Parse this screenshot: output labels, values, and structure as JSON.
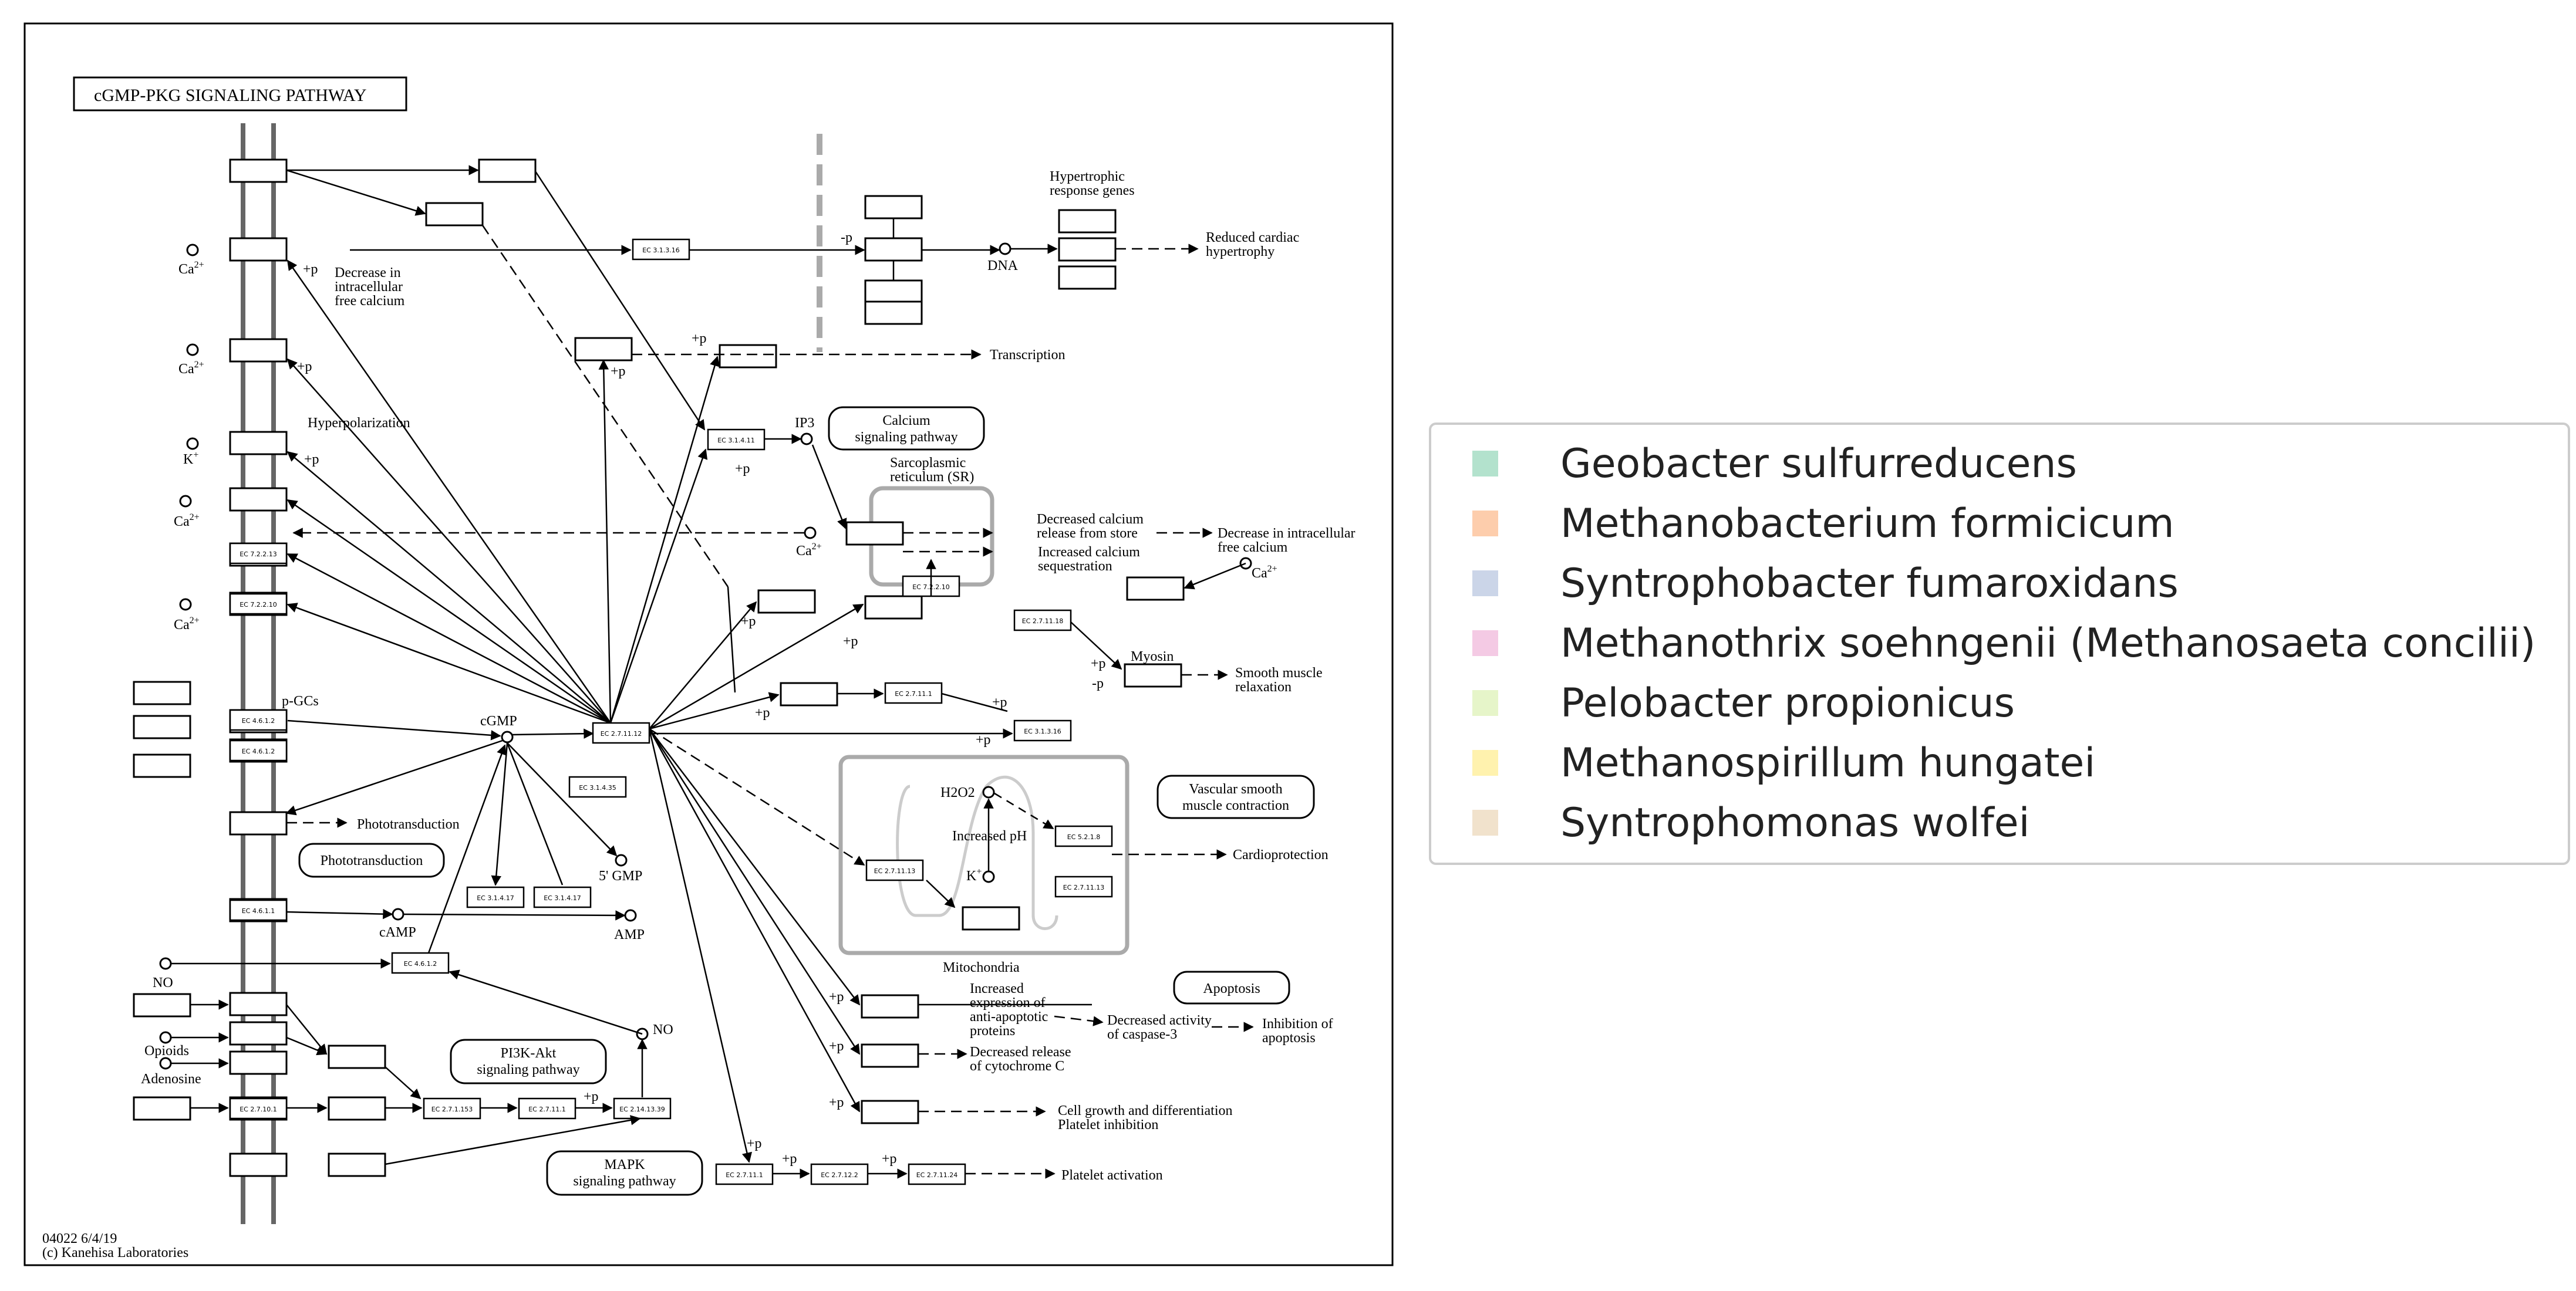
{
  "title": "cGMP-PKG SIGNALING PATHWAY",
  "footer": {
    "code_date": "04022 6/4/19",
    "copyright": "(c) Kanehisa Laboratories"
  },
  "colors": {
    "line": "#000000",
    "membrane": "#666666",
    "compartment": "#aaaaaa"
  },
  "labels": {
    "ca": "Ca",
    "sup2plus": "2+",
    "kplus": "K",
    "supplus": "+",
    "decrease_calcium": [
      "Decrease in",
      "intracellular",
      "free calcium"
    ],
    "hyperpolarization": "Hyperpolarization",
    "pgcs": "p-GCs",
    "cgmp": "cGMP",
    "gmp5": "5' GMP",
    "camp": "cAMP",
    "amp": "AMP",
    "no": "NO",
    "opioids": "Opioids",
    "adenosine": "Adenosine",
    "phototransduction": "Phototransduction",
    "ip3": "IP3",
    "dna": "DNA",
    "minus_p": "-p",
    "plus_p": "+p",
    "hypertrophic": [
      "Hypertrophic",
      "response genes"
    ],
    "reduced_cardiac": [
      "Reduced cardiac",
      "hypertrophy"
    ],
    "transcription": "Transcription",
    "sr": [
      "Sarcoplasmic",
      "reticulum (SR)"
    ],
    "decreased_release": [
      "Decreased calcium",
      "release from store"
    ],
    "increased_seq": [
      "Increased calcium",
      "sequestration"
    ],
    "decrease_intracellular": [
      "Decrease in intracellular",
      "free calcium"
    ],
    "myosin": "Myosin",
    "smooth_relax": [
      "Smooth muscle",
      "relaxation"
    ],
    "h2o2": "H2O2",
    "increased_ph": "Increased pH",
    "mitochondria": "Mitochondria",
    "cardioprotection": "Cardioprotection",
    "increased_expr": [
      "Increased",
      "expression of",
      "anti-apoptotic",
      "proteins"
    ],
    "decreased_cytc": [
      "Decreased release",
      "of cytochrome C"
    ],
    "decreased_casp": [
      "Decreased activity",
      "of caspase-3"
    ],
    "inhibition_apop": [
      "Inhibition of",
      "apoptosis"
    ],
    "cell_growth": [
      "Cell growth and differentiation",
      "Platelet inhibition"
    ],
    "platelet_act": "Platelet activation"
  },
  "pathway_links": {
    "calcium": [
      "Calcium",
      "signaling pathway"
    ],
    "vascular": [
      "Vascular smooth",
      "muscle contraction"
    ],
    "apoptosis": [
      "Apoptosis"
    ],
    "pi3k": [
      "PI3K-Akt",
      "signaling pathway"
    ],
    "mapk": [
      "MAPK",
      "signaling pathway"
    ],
    "photo": [
      "Phototransduction"
    ]
  },
  "enzymes": {
    "e1": "EC 3.1.3.16",
    "e2": "EC 3.1.4.11",
    "e3": "EC 7.2.2.13",
    "e4": "EC 7.2.2.10",
    "e5": "EC 4.6.1.2",
    "e6": "EC 4.6.1.2",
    "e7": "EC 2.7.11.12",
    "e8": "EC 3.1.4.35",
    "e9": "EC 3.1.4.17",
    "e10": "EC 3.1.4.17",
    "e11": "EC 4.6.1.1",
    "e12": "EC 4.6.1.2",
    "e13": "EC 2.7.10.1",
    "e14": "EC 2.7.1.153",
    "e15": "EC 2.7.11.1",
    "e16": "EC 2.14.13.39",
    "e17": "EC 2.7.11.1",
    "e18": "EC 2.7.12.2",
    "e19": "EC 2.7.11.24",
    "e20": "EC 7.2.2.10",
    "e21": "EC 2.7.11.18",
    "e22": "EC 2.7.11.1",
    "e23": "EC 3.1.3.16",
    "e24": "EC 2.7.11.13",
    "e25": "EC 5.2.1.8",
    "e26": "EC 2.7.11.13"
  },
  "legend": {
    "items": [
      {
        "label": "Geobacter sulfurreducens",
        "color": "#b3e2cd"
      },
      {
        "label": "Methanobacterium formicicum",
        "color": "#fdcdac"
      },
      {
        "label": "Syntrophobacter fumaroxidans",
        "color": "#cbd5e8"
      },
      {
        "label": "Methanothrix soehngenii (Methanosaeta concilii)",
        "color": "#f4cae4"
      },
      {
        "label": "Pelobacter propionicus",
        "color": "#e6f5c9"
      },
      {
        "label": "Methanospirillum hungatei",
        "color": "#fff2ae"
      },
      {
        "label": "Syntrophomonas wolfei",
        "color": "#f1e2cc"
      }
    ]
  }
}
